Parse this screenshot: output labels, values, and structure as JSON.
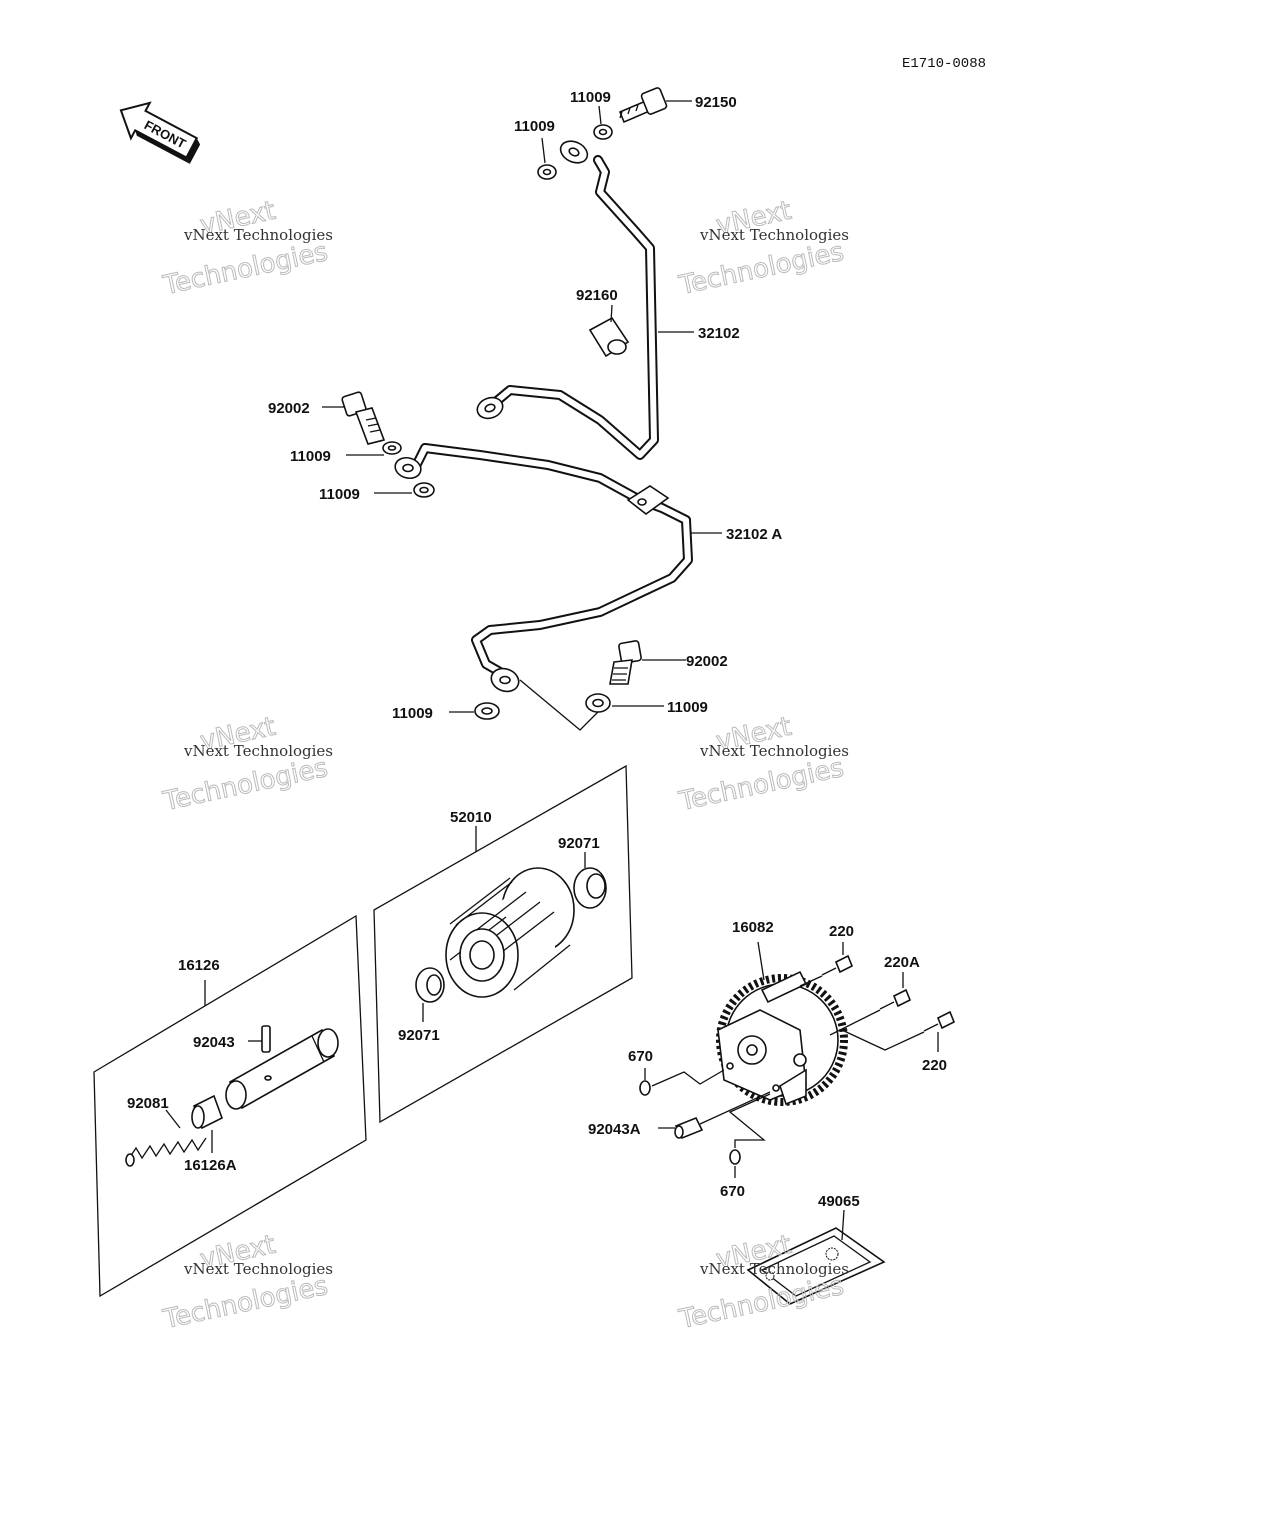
{
  "diagram_code": "E1710-0088",
  "front_label": "FRONT",
  "watermark": {
    "line1": "vNext Technologies",
    "line2": "vNext",
    "line3": "Technologies"
  },
  "callouts": {
    "c11009_a": "11009",
    "c11009_b": "11009",
    "c92150": "92150",
    "c92160": "92160",
    "c32102": "32102",
    "c92002_a": "92002",
    "c11009_c": "11009",
    "c11009_d": "11009",
    "c32102A": "32102 A",
    "c92002_b": "92002",
    "c11009_e": "11009",
    "c11009_f": "11009",
    "c52010": "52010",
    "c92071_a": "92071",
    "c92071_b": "92071",
    "c16126": "16126",
    "c92043": "92043",
    "c92081": "92081",
    "c16126A": "16126A",
    "c16082": "16082",
    "c220_a": "220",
    "c220A": "220A",
    "c220_b": "220",
    "c670_a": "670",
    "c92043A": "92043A",
    "c670_b": "670",
    "c49065": "49065"
  }
}
